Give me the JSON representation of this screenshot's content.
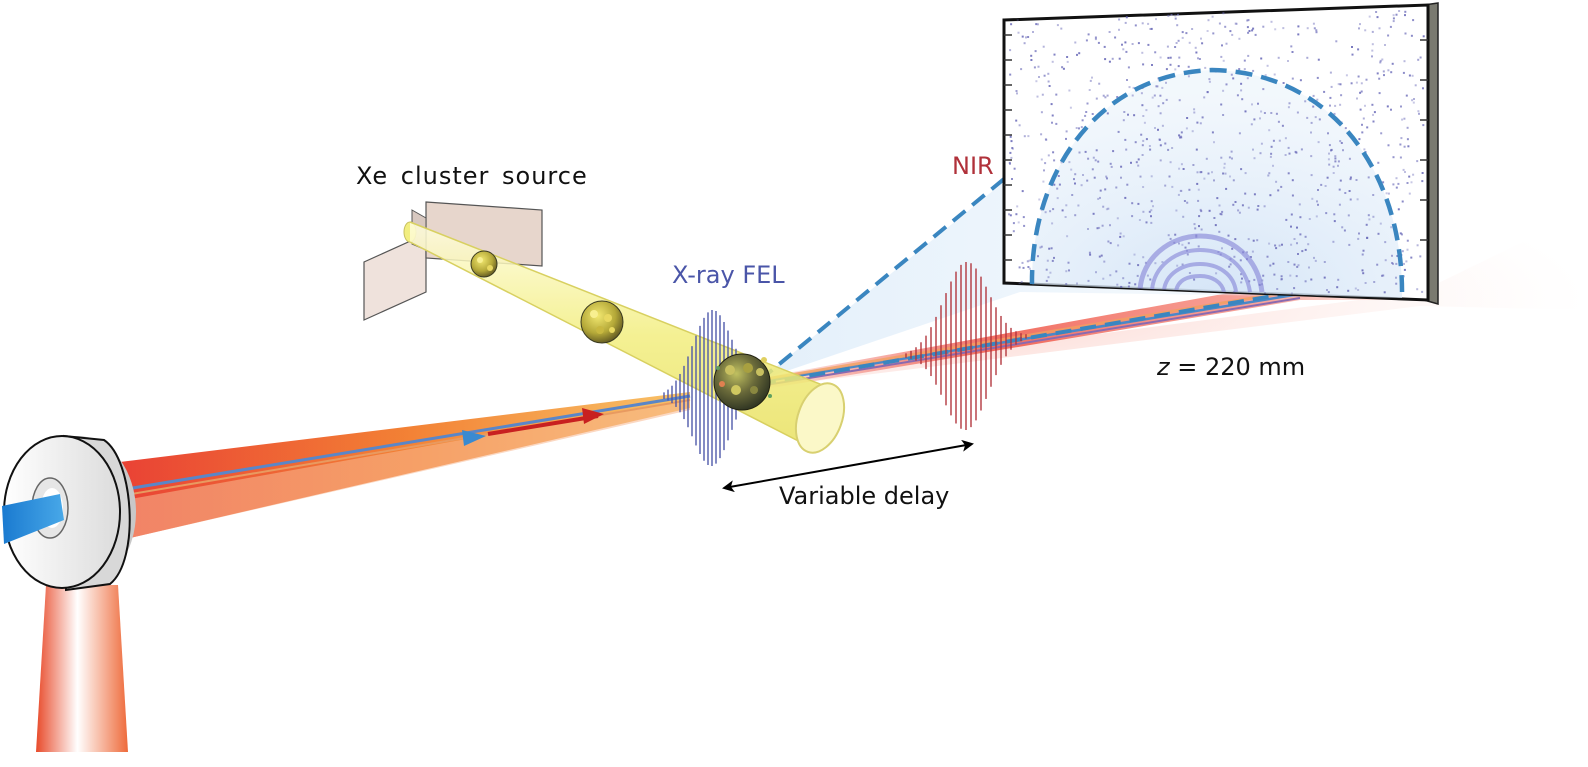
{
  "labels": {
    "cluster_source": "Xe  cluster  source",
    "xray_fel": "X-ray FEL",
    "nir": "NIR",
    "distance_var": "z",
    "distance_value": " = 220 mm",
    "variable_delay": "Variable delay"
  },
  "colors": {
    "xray": "#4a55a8",
    "nir": "#b0313a",
    "detector_dash": "#3a86c0",
    "cluster_beam": "#f4f08a",
    "nir_beam_core": "#e8382a",
    "nir_beam_mid": "#f6a030",
    "speckle": "#6a6ab8"
  }
}
